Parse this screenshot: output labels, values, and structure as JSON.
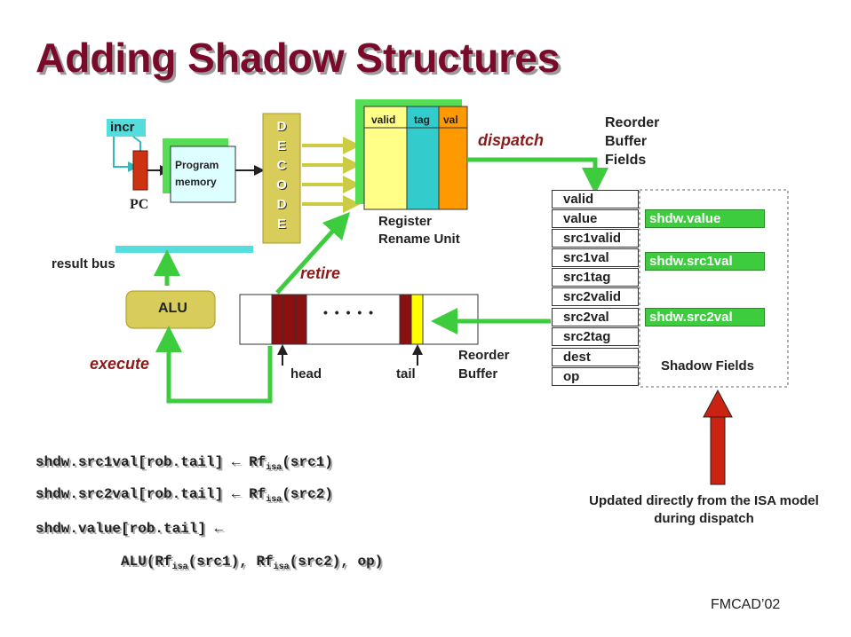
{
  "title": "Adding Shadow Structures",
  "labels": {
    "incr": "incr",
    "pc": "PC",
    "program_memory": "Program memory",
    "decode_letters": [
      "D",
      "E",
      "C",
      "O",
      "D",
      "E"
    ],
    "rename_cols": [
      "valid",
      "tag",
      "val"
    ],
    "register_rename_unit": "Register Rename Unit",
    "dispatch": "dispatch",
    "reorder_buffer_fields": "Reorder Buffer Fields",
    "result_bus": "result bus",
    "alu": "ALU",
    "retire": "retire",
    "execute": "execute",
    "dots": "• • • • •",
    "head": "head",
    "tail": "tail",
    "reorder_buffer": "Reorder Buffer",
    "shadow_fields": "Shadow Fields",
    "updated_note": "Updated directly from the ISA model during dispatch",
    "footer": "FMCAD’02"
  },
  "rob_fields": [
    "valid",
    "value",
    "src1valid",
    "src1val",
    "src1tag",
    "src2valid",
    "src2val",
    "src2tag",
    "dest",
    "op"
  ],
  "shadow_fields": [
    "shdw.value",
    "shdw.src1val",
    "shdw.src2val"
  ],
  "code": {
    "line1_lhs": "shdw.src1val[rob.tail]",
    "line1_rhs_fn": "Rf",
    "line1_sub": "isa",
    "line1_arg": "(src1)",
    "line2_lhs": "shdw.src2val[rob.tail]",
    "line2_rhs_fn": "Rf",
    "line2_sub": "isa",
    "line2_arg": "(src2)",
    "line3_lhs": "shdw.value[rob.tail]",
    "line4_a": "ALU(Rf",
    "line4_sub1": "isa",
    "line4_b": "(src1), Rf",
    "line4_sub2": "isa",
    "line4_c": "(src2), op)",
    "arrow": "←"
  },
  "colors": {
    "title": "#7a0a2a",
    "arrow_green": "#3dcc3d",
    "rename_valid": "#ffff88",
    "rename_tag": "#33cccc",
    "rename_val": "#ff9900",
    "decode": "#d8cc5a",
    "rob_slot": "#8b1010",
    "tail_slot": "#ffff00",
    "cyan": "#55dddd"
  }
}
